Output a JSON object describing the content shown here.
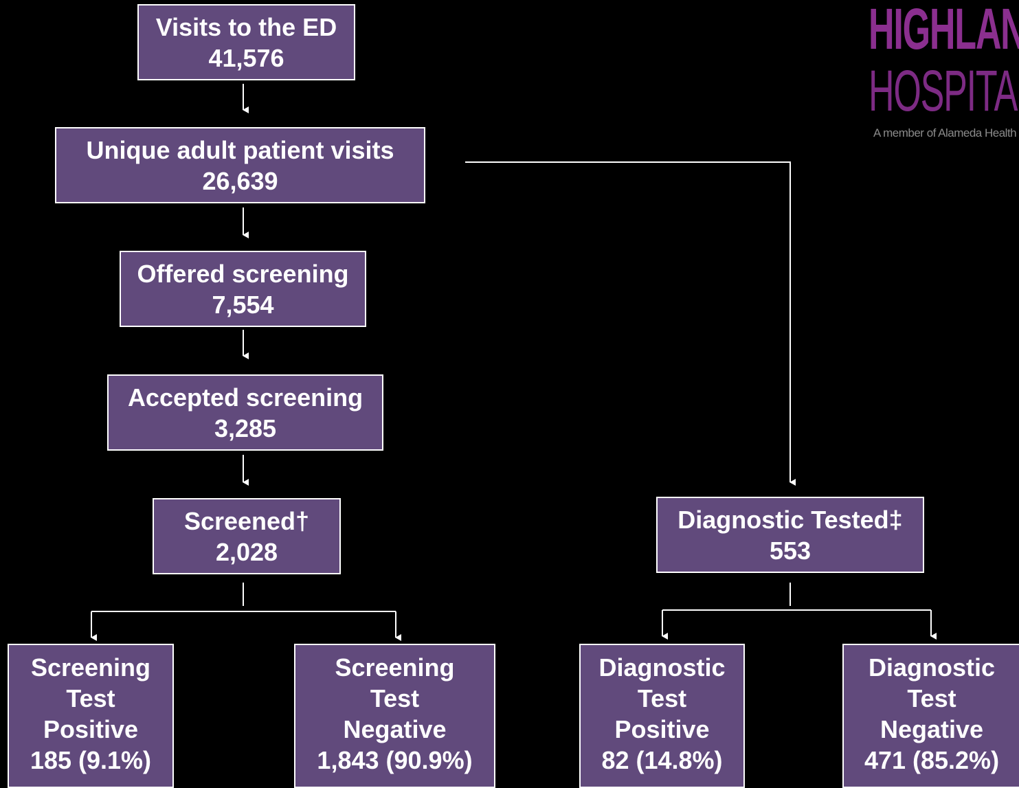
{
  "logo": {
    "line1": "HIGHLAN",
    "line2": "HOSPITA",
    "tagline": "A member of Alameda Health"
  },
  "boxes": {
    "visits_ed": {
      "label": "Visits to the ED",
      "value": "41,576"
    },
    "unique_adult": {
      "label": "Unique adult patient visits",
      "value": "26,639"
    },
    "offered": {
      "label": "Offered screening",
      "value": "7,554"
    },
    "accepted": {
      "label": "Accepted screening",
      "value": "3,285"
    },
    "screened": {
      "label": "Screened†",
      "value": "2,028"
    },
    "diagnostic_tested": {
      "label": "Diagnostic Tested‡",
      "value": "553"
    },
    "screen_pos": {
      "lines": [
        "Screening",
        "Test",
        "Positive"
      ],
      "value": "185 (9.1%)"
    },
    "screen_neg": {
      "lines": [
        "Screening",
        "Test",
        "Negative"
      ],
      "value": "1,843 (90.9%)"
    },
    "diag_pos": {
      "lines": [
        "Diagnostic",
        "Test",
        "Positive"
      ],
      "value": "82 (14.8%)"
    },
    "diag_neg": {
      "lines": [
        "Diagnostic",
        "Test",
        "Negative"
      ],
      "value": "471 (85.2%)"
    }
  },
  "colors": {
    "background": "#000000",
    "box_fill": "#614a7c",
    "box_border": "#ffffff",
    "text": "#ffffff",
    "logo": "#8b2f8f"
  }
}
